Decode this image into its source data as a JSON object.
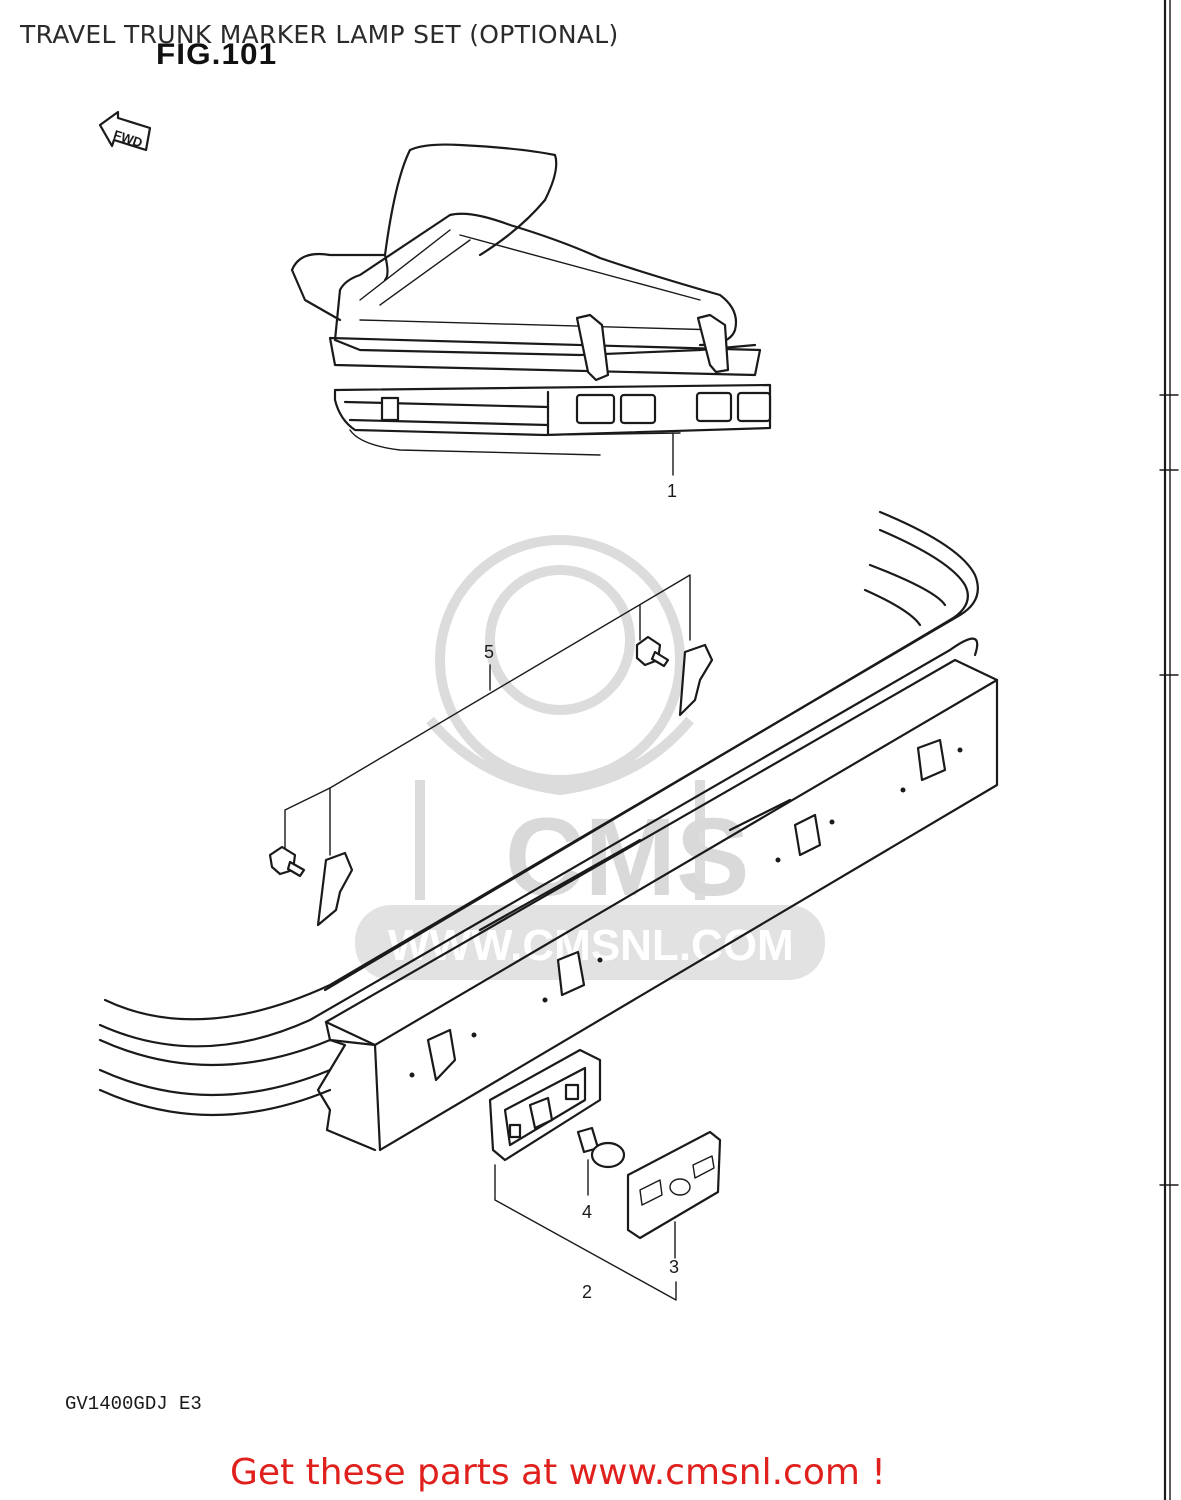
{
  "title": "TRAVEL TRUNK MARKER LAMP SET (OPTIONAL)",
  "figure_label": "FIG.101",
  "direction_arrow_label": "FWD",
  "model_code": "GV1400GDJ E3",
  "watermark": {
    "brand": "CMS",
    "url": "WWW.CMSNL.COM"
  },
  "callouts": [
    {
      "id": "1",
      "label": "1"
    },
    {
      "id": "2",
      "label": "2"
    },
    {
      "id": "3",
      "label": "3"
    },
    {
      "id": "4",
      "label": "4"
    },
    {
      "id": "5",
      "label": "5"
    }
  ],
  "footer_link_text": "Get these parts at www.cmsnl.com !",
  "colors": {
    "footer_link": "#e0201c",
    "line_art": "#1a1a1a",
    "watermark": "#d9d9d9"
  }
}
